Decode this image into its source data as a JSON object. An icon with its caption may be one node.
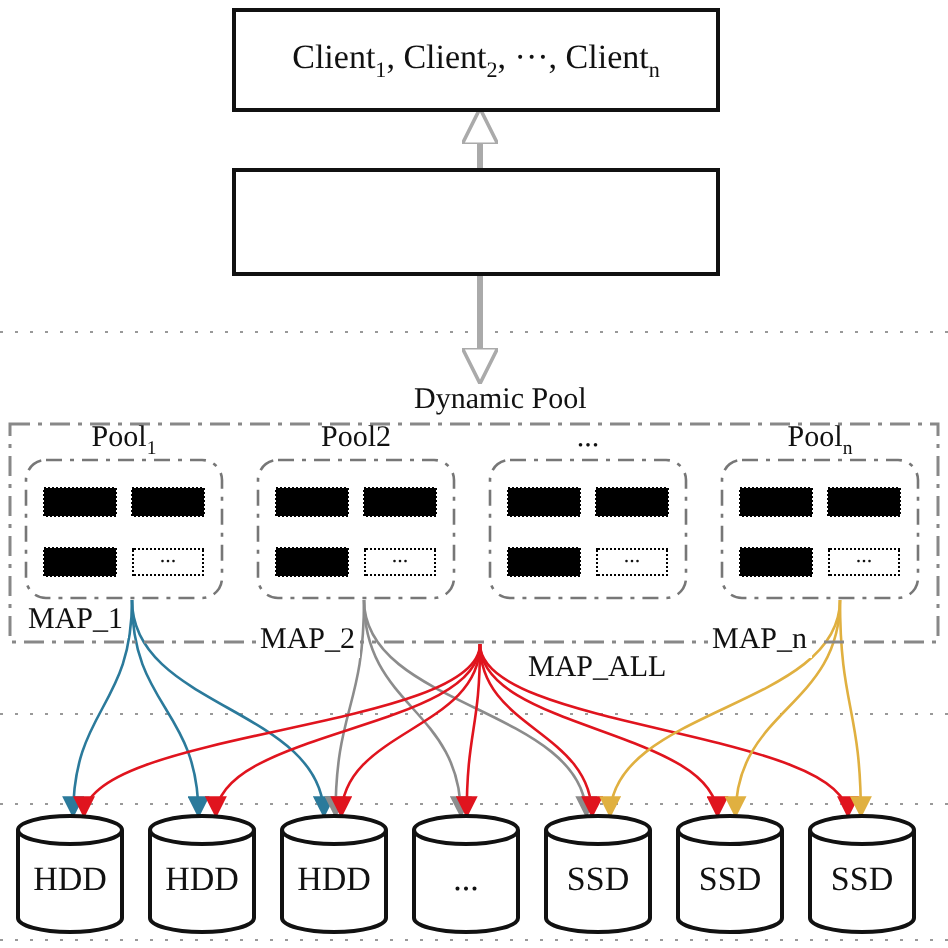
{
  "diagram": {
    "nodes": [
      {
        "text": [
          "Client$_{1}$, Client$_{2}$, ···, Client$_{n}$"
        ]
      },
      {
        "text": [],
        "shape": "box"
      },
      {
        "text": [
          "Dynamic Pool"
        ]
      },
      {
        "text": [
          "Pool$_{1}$"
        ],
        "in": 2
      },
      {
        "text": [
          "..."
        ],
        "in": 3
      },
      {
        "text": [
          "Pool2"
        ],
        "in": 2
      },
      {
        "text": [
          "..."
        ],
        "in": 5
      },
      {
        "text": [
          "..."
        ],
        "in": 2
      },
      {
        "text": [
          "..."
        ],
        "in": 7
      },
      {
        "text": [
          "Pool$_{n}$"
        ],
        "in": 2
      },
      {
        "text": [
          "..."
        ],
        "in": 9
      },
      {
        "text": [
          "HDD"
        ]
      },
      {
        "text": [
          "HDD"
        ]
      },
      {
        "text": [
          "HDD"
        ]
      },
      {
        "text": [
          "..."
        ]
      },
      {
        "text": [
          "SSD"
        ]
      },
      {
        "text": [
          "SSD"
        ]
      },
      {
        "text": [
          "SSD"
        ]
      }
    ],
    "edges": [
      {
        "from": 1,
        "to": 0,
        "arrow": "to",
        "style": "thick",
        "color": "#aaaaaa"
      },
      {
        "from": 1,
        "to": 2,
        "arrow": "to",
        "style": "thick",
        "color": "#aaaaaa"
      },
      {
        "from": 3,
        "to": 11,
        "arrow": "to",
        "color": "#2b7a9b"
      },
      {
        "from": 3,
        "to": 12,
        "arrow": "to",
        "color": "#2b7a9b"
      },
      {
        "from": 3,
        "to": 13,
        "arrow": "to",
        "color": "#2b7a9b"
      },
      {
        "from": 5,
        "to": 13,
        "arrow": "to",
        "color": "#8c8c8c"
      },
      {
        "from": 5,
        "to": 14,
        "arrow": "to",
        "color": "#8c8c8c"
      },
      {
        "from": 5,
        "to": 15,
        "arrow": "to",
        "color": "#8c8c8c"
      },
      {
        "from": 2,
        "to": 11,
        "arrow": "to"
      },
      {
        "from": 2,
        "to": 12,
        "arrow": "to"
      },
      {
        "from": 2,
        "to": 13,
        "arrow": "to"
      },
      {
        "from": 2,
        "to": 14,
        "arrow": "to"
      },
      {
        "from": 2,
        "to": 15,
        "arrow": "to"
      },
      {
        "from": 2,
        "to": 16,
        "arrow": "to"
      },
      {
        "from": 2,
        "to": 17,
        "arrow": "to"
      },
      {
        "from": 9,
        "to": 15,
        "arrow": "to",
        "color": "#e0b040"
      },
      {
        "from": 9,
        "to": 16,
        "arrow": "to",
        "color": "#e0b040"
      },
      {
        "from": 9,
        "to": 17,
        "arrow": "to",
        "color": "#e0b040"
      }
    ],
    "labels": [
      "MAP_1",
      "MAP_2",
      "MAP_n",
      "MAP_ALL"
    ]
  }
}
